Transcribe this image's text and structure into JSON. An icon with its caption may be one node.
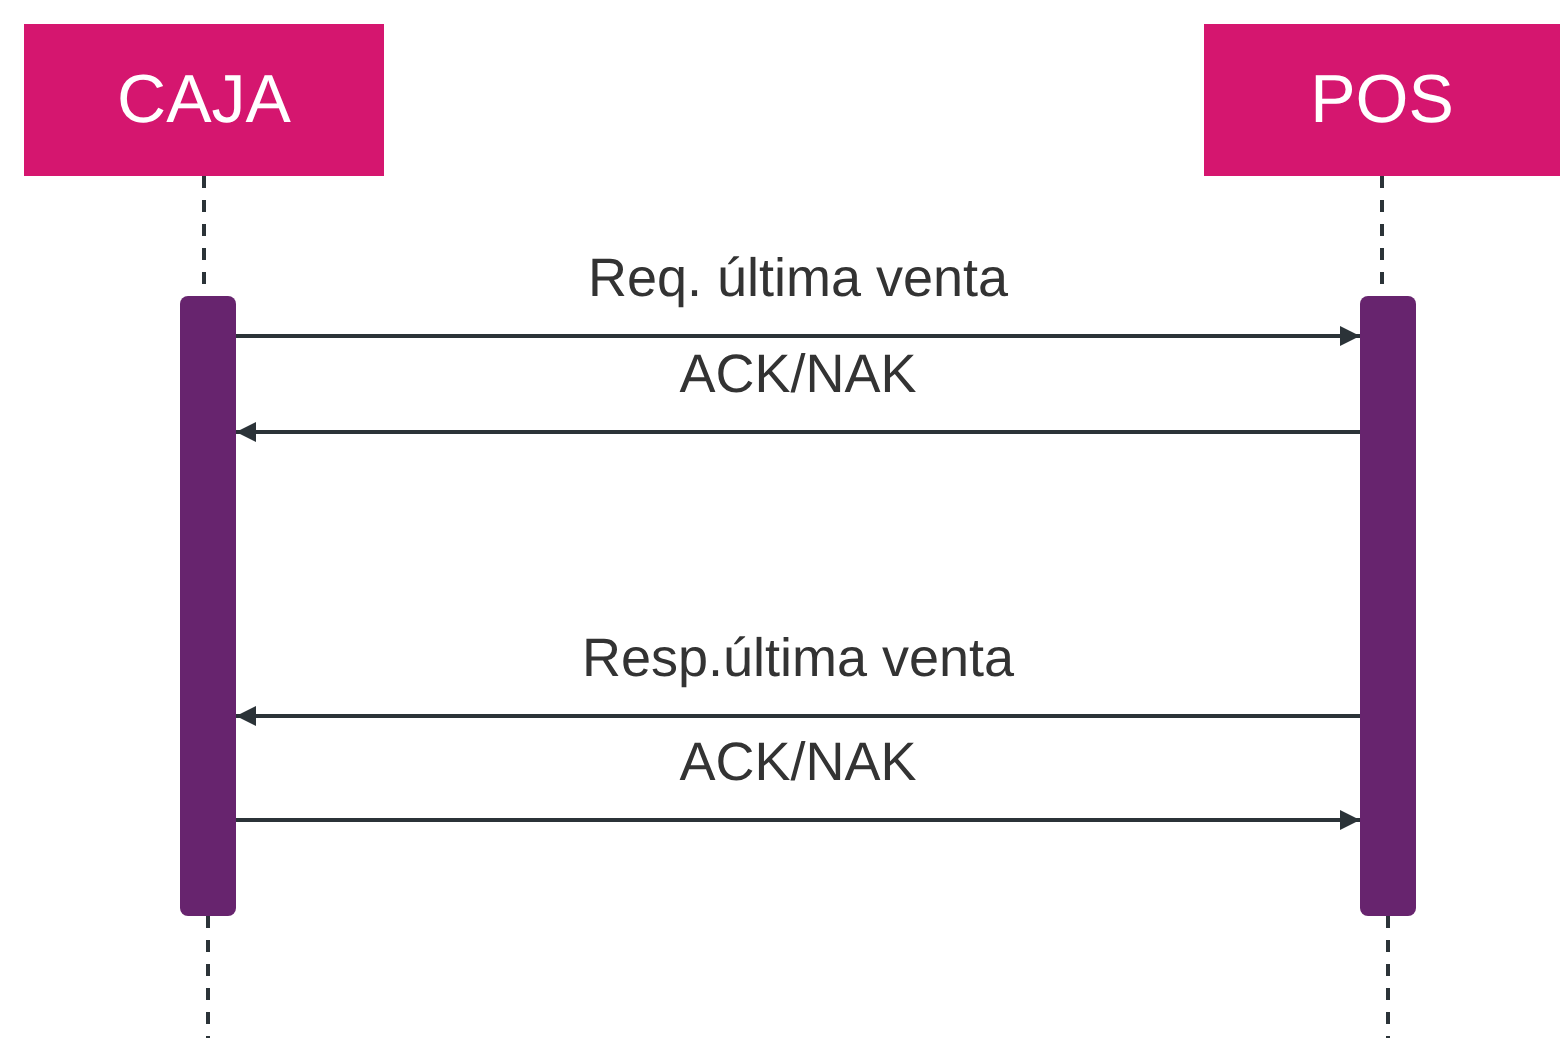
{
  "diagram": {
    "nodes": [
      {
        "text": [
          "CAJA"
        ]
      },
      {
        "text": [
          "POS"
        ]
      },
      {
        "text": [],
        "shape": "bar"
      },
      {
        "text": [],
        "shape": "bar"
      }
    ],
    "edges": [
      {
        "from": 0,
        "to": 2,
        "arrow": "none",
        "style": "dashed"
      },
      {
        "from": 1,
        "to": 3,
        "arrow": "none",
        "style": "dashed"
      },
      {
        "from": 2,
        "to": null,
        "arrow": "none",
        "style": "dashed"
      },
      {
        "from": 3,
        "to": null,
        "arrow": "none",
        "style": "dashed"
      },
      {
        "from": 2,
        "to": 3,
        "arrow": "to",
        "label": "Req. última venta"
      },
      {
        "from": 3,
        "to": 2,
        "arrow": "to",
        "label": "ACK/NAK"
      },
      {
        "from": 3,
        "to": 2,
        "arrow": "to",
        "label": "Resp.última venta"
      },
      {
        "from": 2,
        "to": 3,
        "arrow": "to",
        "label": "ACK/NAK"
      }
    ]
  }
}
